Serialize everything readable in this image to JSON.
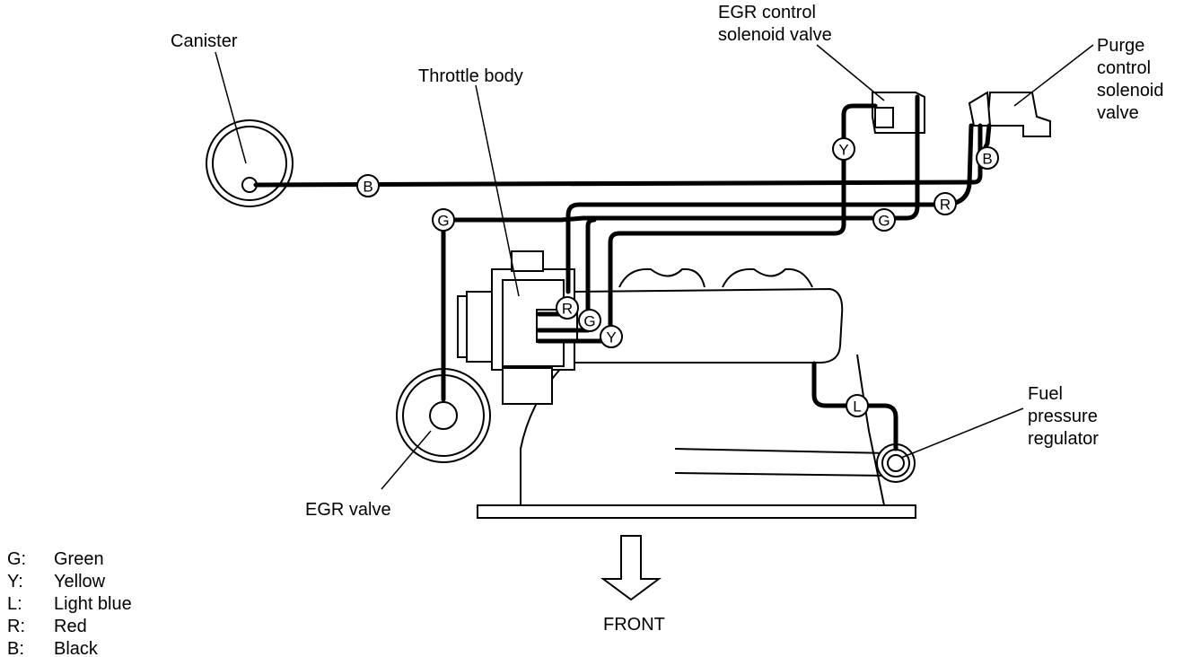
{
  "labels": {
    "canister": "Canister",
    "throttle_body": "Throttle body",
    "egr_control_line1": "EGR  control",
    "egr_control_line2": "solenoid  valve",
    "purge_line1": "Purge",
    "purge_line2": "control",
    "purge_line3": "solenoid",
    "purge_line4": "valve",
    "fuel_line1": "Fuel",
    "fuel_line2": "pressure",
    "fuel_line3": "regulator",
    "egr_valve": "EGR valve",
    "front": "FRONT"
  },
  "hose_tags": {
    "b_canister": "B",
    "b_purge": "B",
    "g_left": "G",
    "g_right": "G",
    "g_throttle": "G",
    "r_right": "R",
    "r_throttle": "R",
    "y_egr": "Y",
    "y_throttle": "Y",
    "l_fuel": "L"
  },
  "legend": [
    {
      "code": "G:",
      "color_name": "Green"
    },
    {
      "code": "Y:",
      "color_name": "Yellow"
    },
    {
      "code": "L:",
      "color_name": "Light blue"
    },
    {
      "code": "R:",
      "color_name": "Red"
    },
    {
      "code": "B:",
      "color_name": "Black"
    }
  ]
}
